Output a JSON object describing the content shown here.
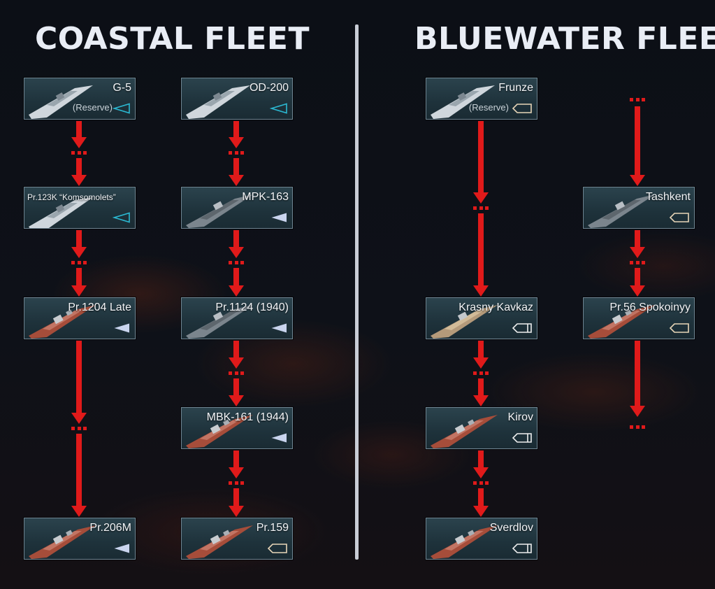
{
  "headings": {
    "coastal": "COASTAL FLEET",
    "bluewater": "BLUEWATER FLEET"
  },
  "colors": {
    "arrow": "#e01a1a",
    "boat_icon": "#2bb7d0",
    "ship_icon_fill": "#c9d4ee",
    "ship_icon_outline": "#e8d6b8",
    "card_border": "#6f8593"
  },
  "cards": {
    "g5": {
      "name": "G-5",
      "reserve": "(Reserve)",
      "class_icon": "boat-outline-triangle-icon"
    },
    "od200": {
      "name": "OD-200",
      "class_icon": "boat-outline-triangle-icon"
    },
    "pr123k": {
      "name": "Pr.123K “Komsomolets”",
      "class_icon": "boat-outline-triangle-icon"
    },
    "mpk163": {
      "name": "MPK-163",
      "class_icon": "boat-filled-triangle-icon"
    },
    "pr1204": {
      "name": "Pr.1204 Late",
      "class_icon": "boat-filled-triangle-icon"
    },
    "pr1124": {
      "name": "Pr.1124 (1940)",
      "class_icon": "boat-filled-triangle-icon"
    },
    "mbk161": {
      "name": "MBK-161 (1944)",
      "class_icon": "boat-filled-triangle-icon"
    },
    "pr206m": {
      "name": "Pr.206M",
      "class_icon": "boat-filled-triangle-icon"
    },
    "pr159": {
      "name": "Pr.159",
      "class_icon": "destroyer-icon"
    },
    "frunze": {
      "name": "Frunze",
      "reserve": "(Reserve)",
      "class_icon": "destroyer-icon"
    },
    "tashkent": {
      "name": "Tashkent",
      "class_icon": "destroyer-icon"
    },
    "krasny": {
      "name": "Krasny Kavkaz",
      "class_icon": "cruiser-icon"
    },
    "spokoinyy": {
      "name": "Pr.56 Spokoinyy",
      "class_icon": "destroyer-icon"
    },
    "kirov": {
      "name": "Kirov",
      "class_icon": "cruiser-icon"
    },
    "sverdlov": {
      "name": "Sverdlov",
      "class_icon": "cruiser-icon"
    }
  },
  "links": [
    [
      "G-5",
      "Pr.123K “Komsomolets”"
    ],
    [
      "Pr.123K “Komsomolets”",
      "Pr.1204 Late"
    ],
    [
      "Pr.1204 Late",
      "Pr.206M"
    ],
    [
      "OD-200",
      "MPK-163"
    ],
    [
      "MPK-163",
      "Pr.1124 (1940)"
    ],
    [
      "Pr.1124 (1940)",
      "MBK-161 (1944)"
    ],
    [
      "MBK-161 (1944)",
      "Pr.159"
    ],
    [
      "Frunze",
      "Krasny Kavkaz"
    ],
    [
      "Krasny Kavkaz",
      "Kirov"
    ],
    [
      "Kirov",
      "Sverdlov"
    ],
    [
      "…",
      "Tashkent"
    ],
    [
      "Tashkent",
      "Pr.56 Spokoinyy"
    ],
    [
      "Pr.56 Spokoinyy",
      "…"
    ]
  ]
}
